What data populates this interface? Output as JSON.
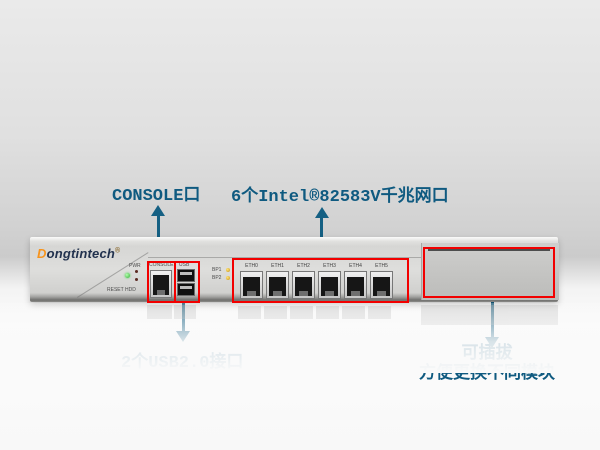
{
  "annotations": {
    "console_label": "CONSOLE口",
    "eth_label": "6个Intel®82583V千兆网口",
    "usb_label": "2个USB2.0接口",
    "module_label_line1": "可插拔",
    "module_label_line2": "方便更换不同模块"
  },
  "device": {
    "brand": "Dongtintech",
    "brand_d": "D",
    "brand_rest": "ongtintech",
    "brand_reg": "®",
    "panel": {
      "pwr_label": "PWR",
      "reset_hdd_label": "RESET HDD",
      "bp1_label": "BP1",
      "bp2_label": "BP2",
      "console_port_label": "CONSOLE",
      "usb_port_label": "USB",
      "eth_labels": [
        "ETH0",
        "ETH1",
        "ETH2",
        "ETH3",
        "ETH4",
        "ETH5"
      ]
    }
  },
  "colors": {
    "annotation_text": "#0f5a80",
    "arrow": "#156083",
    "highlight_red": "#f20000",
    "brand_d_orange": "#f7941d",
    "brand_navy": "#22324e",
    "led_green": "#2fae35",
    "led_amber": "#c9941c"
  }
}
